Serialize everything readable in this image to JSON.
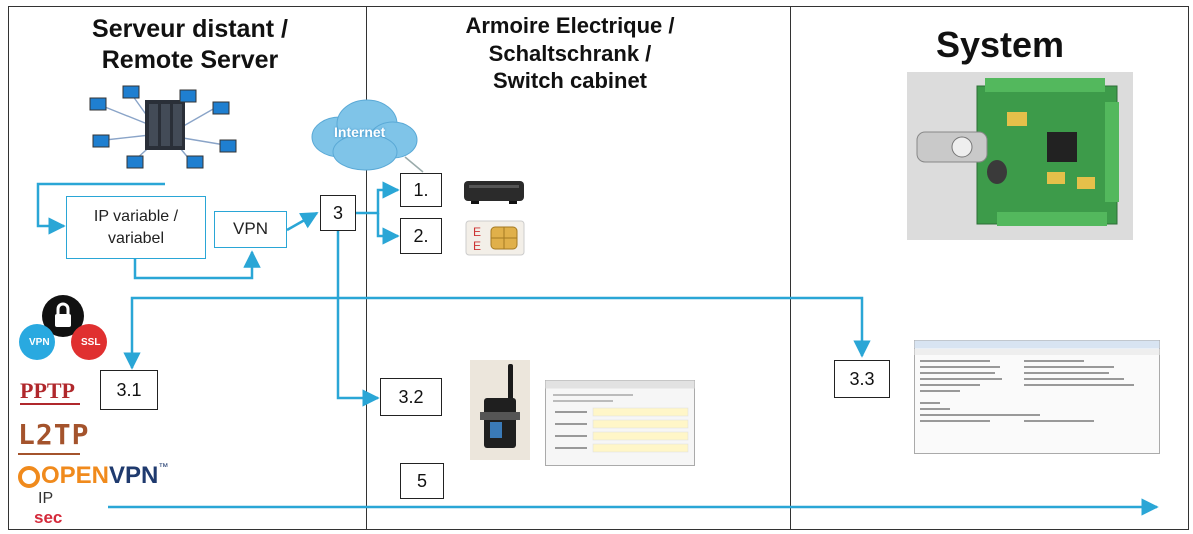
{
  "columns": {
    "remote_server": "Serveur  distant /\nRemote Server",
    "cabinet": "Armoire Electrique /\nSchaltschrank /\nSwitch cabinet",
    "system": "System"
  },
  "nodes": {
    "ip_variable": "IP variable /\nvariabel",
    "vpn": "VPN",
    "internet": "Internet"
  },
  "steps": {
    "s1": "1.",
    "s2": "2.",
    "s3": "3",
    "s31": "3.1",
    "s32": "3.2",
    "s33": "3.3",
    "s5": "5"
  },
  "logos": {
    "vpn_badge": "VPN",
    "ssl_badge": "SSL",
    "pptp": "PPTP",
    "l2tp": "L2TP",
    "openvpn_open": "OPEN",
    "openvpn_vpn": "VPN",
    "openvpn_tm": "™",
    "ipsec_ip": "IP",
    "ipsec_sec": "sec"
  },
  "colors": {
    "connector": "#2aa6d6",
    "border": "#222222",
    "pcb": "#3d9b4a",
    "ssl_red": "#e03030",
    "vpn_blue": "#29a9e0",
    "openvpn_orange": "#f08a1c",
    "openvpn_navy": "#1f3a6e",
    "pptp_red": "#b0282c",
    "l2tp_brown": "#a4532c"
  },
  "icons": [
    "server-network-icon",
    "cloud-icon",
    "router-icon",
    "sim-card-icon",
    "lock-icon",
    "gsm-modem-icon",
    "config-screenshot-icon",
    "terminal-screenshot-icon",
    "pcb-board-icon"
  ]
}
